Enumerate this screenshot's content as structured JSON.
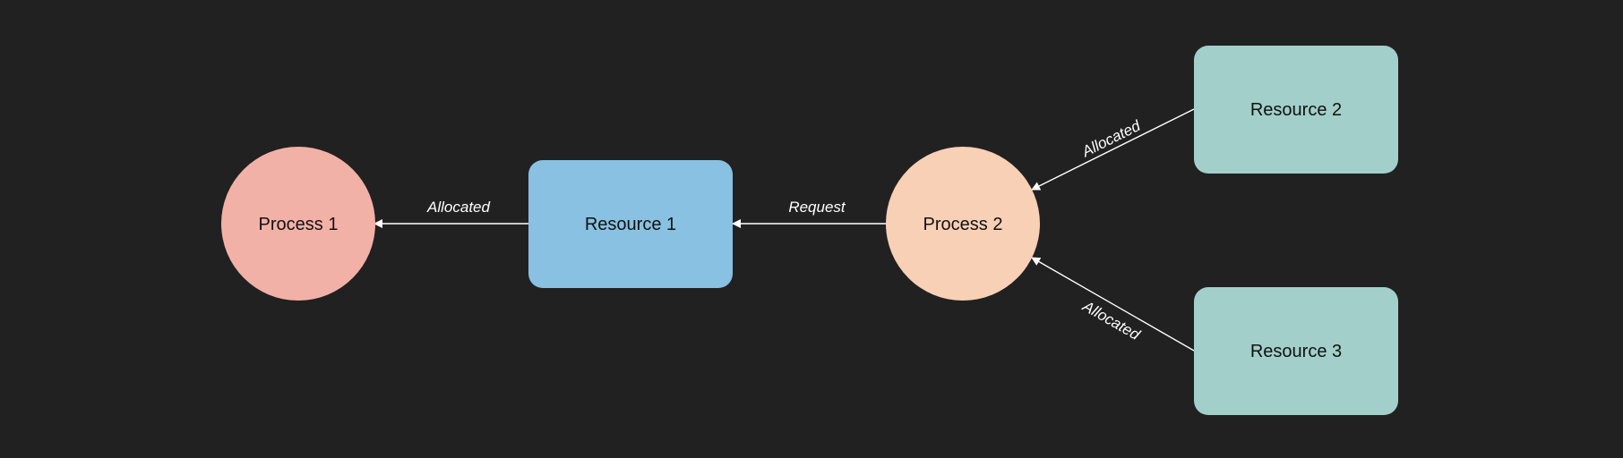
{
  "colors": {
    "background": "#212121",
    "process_1": "#f2b1a7",
    "resource_1": "#88c1e1",
    "process_2": "#f8d0b6",
    "resource_2": "#a2cfca",
    "resource_3": "#a2cfca",
    "edge": "#ffffff"
  },
  "nodes": {
    "process_1": {
      "label": "Process 1",
      "shape": "circle"
    },
    "resource_1": {
      "label": "Resource 1",
      "shape": "rounded-rectangle"
    },
    "process_2": {
      "label": "Process 2",
      "shape": "circle"
    },
    "resource_2": {
      "label": "Resource 2",
      "shape": "rounded-rectangle"
    },
    "resource_3": {
      "label": "Resource 3",
      "shape": "rounded-rectangle"
    }
  },
  "edges": {
    "resource_1_to_process_1": {
      "from": "Resource 1",
      "to": "Process 1",
      "label": "Allocated"
    },
    "process_2_to_resource_1": {
      "from": "Process 2",
      "to": "Resource 1",
      "label": "Request"
    },
    "resource_2_to_process_2": {
      "from": "Resource 2",
      "to": "Process 2",
      "label": "Allocated"
    },
    "resource_3_to_process_2": {
      "from": "Resource 3",
      "to": "Process 2",
      "label": "Allocated"
    }
  }
}
